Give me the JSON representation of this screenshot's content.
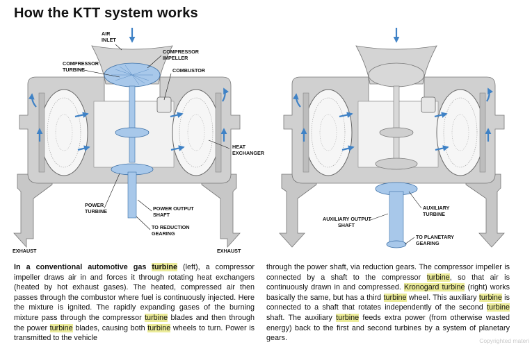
{
  "title": "How the KTT system works",
  "colors": {
    "housing": "#c7c7c7",
    "housing_dark": "#9a9a9a",
    "part_blue": "#a8c8ea",
    "arrow_blue": "#3f82c6",
    "highlight": "#ecec9a"
  },
  "left_diagram": {
    "labels": {
      "air_inlet_1": "AIR",
      "air_inlet_2": "INLET",
      "compressor_impeller_1": "COMPRESSOR",
      "compressor_impeller_2": "IMPELLER",
      "compressor_turbine_1": "COMPRESSOR",
      "compressor_turbine_2": "TURBINE",
      "combustor": "COMBUSTOR",
      "heat_exchanger_1": "HEAT",
      "heat_exchanger_2": "EXCHANGER",
      "power_turbine_1": "POWER",
      "power_turbine_2": "TURBINE",
      "power_output_shaft_1": "POWER OUTPUT",
      "power_output_shaft_2": "SHAFT",
      "to_reduction_gearing_1": "TO REDUCTION",
      "to_reduction_gearing_2": "GEARING",
      "exhaust_left": "EXHAUST",
      "exhaust_right": "EXHAUST"
    }
  },
  "right_diagram": {
    "labels": {
      "auxiliary_output_shaft_1": "AUXILIARY OUTPUT",
      "auxiliary_output_shaft_2": "SHAFT",
      "auxiliary_turbine_1": "AUXILIARY",
      "auxiliary_turbine_2": "TURBINE",
      "to_planetary_gearing_1": "TO PLANETARY",
      "to_planetary_gearing_2": "GEARING"
    }
  },
  "caption_left": [
    {
      "text": "In a conventional automotive gas ",
      "bold": true
    },
    {
      "text": "turbine",
      "bold": true,
      "hl": true
    },
    {
      "text": " (left), a compressor impeller draws air in and forces it through rotating heat exchangers (heated by hot exhaust gases). The heated, compressed air then passes through the combustor where fuel is continuously injected. Here the mixture is ignited. The rapidly expanding gases of the burning mixture pass through the compressor "
    },
    {
      "text": "turbine",
      "hl": true
    },
    {
      "text": " blades and then through the power "
    },
    {
      "text": "turbine",
      "hl": true
    },
    {
      "text": " blades, causing both "
    },
    {
      "text": "turbine",
      "hl": true
    },
    {
      "text": " wheels to turn. Power is transmitted to the vehicle"
    }
  ],
  "caption_right": [
    {
      "text": "through the power shaft, via reduction gears. The compressor impeller is connected by a shaft to the compressor "
    },
    {
      "text": "turbine",
      "hl": true
    },
    {
      "text": ", so that air is continuously drawn in and compressed. "
    },
    {
      "text": "Kronogard turbine",
      "hl": true
    },
    {
      "text": " (right) works basically the same, but has a third "
    },
    {
      "text": "turbine",
      "hl": true
    },
    {
      "text": " wheel. This auxiliary "
    },
    {
      "text": "turbine",
      "hl": true
    },
    {
      "text": " is connected to a shaft that rotates independently of the second "
    },
    {
      "text": "turbine",
      "hl": true
    },
    {
      "text": " shaft. The auxiliary "
    },
    {
      "text": "turbine",
      "hl": true
    },
    {
      "text": " feeds extra power (from otherwise wasted energy) back to the first and second turbines by a system of planetary gears."
    }
  ],
  "copyright": "Copyrighted materi"
}
